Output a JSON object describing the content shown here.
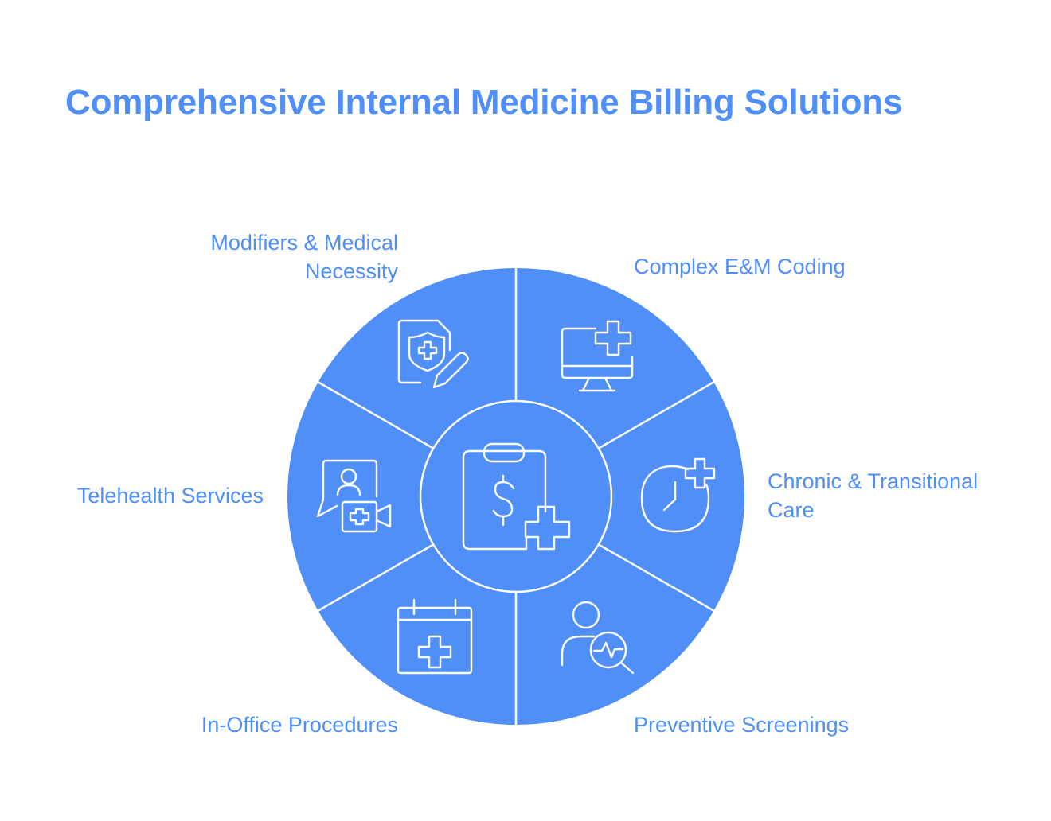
{
  "title": "Comprehensive Internal Medicine Billing Solutions",
  "colors": {
    "accent": "#4f8ff7",
    "wheel_fill": "#4f8ff7",
    "divider": "#ffffff"
  },
  "segments": [
    {
      "id": "modifiers",
      "label_lines": [
        "Modifiers & Medical",
        "Necessity"
      ],
      "icon": "shield-document-pen-icon"
    },
    {
      "id": "em-coding",
      "label_lines": [
        "Complex E&M Coding"
      ],
      "icon": "monitor-medical-cross-icon"
    },
    {
      "id": "chronic",
      "label_lines": [
        "Chronic & Transitional",
        "Care"
      ],
      "icon": "clock-medical-cross-icon"
    },
    {
      "id": "preventive",
      "label_lines": [
        "Preventive Screenings"
      ],
      "icon": "person-magnifier-pulse-icon"
    },
    {
      "id": "in-office",
      "label_lines": [
        "In-Office Procedures"
      ],
      "icon": "calendar-medical-cross-icon"
    },
    {
      "id": "telehealth",
      "label_lines": [
        "Telehealth Services"
      ],
      "icon": "chat-person-video-cross-icon"
    }
  ],
  "center": {
    "icon": "clipboard-dollar-cross-icon"
  }
}
